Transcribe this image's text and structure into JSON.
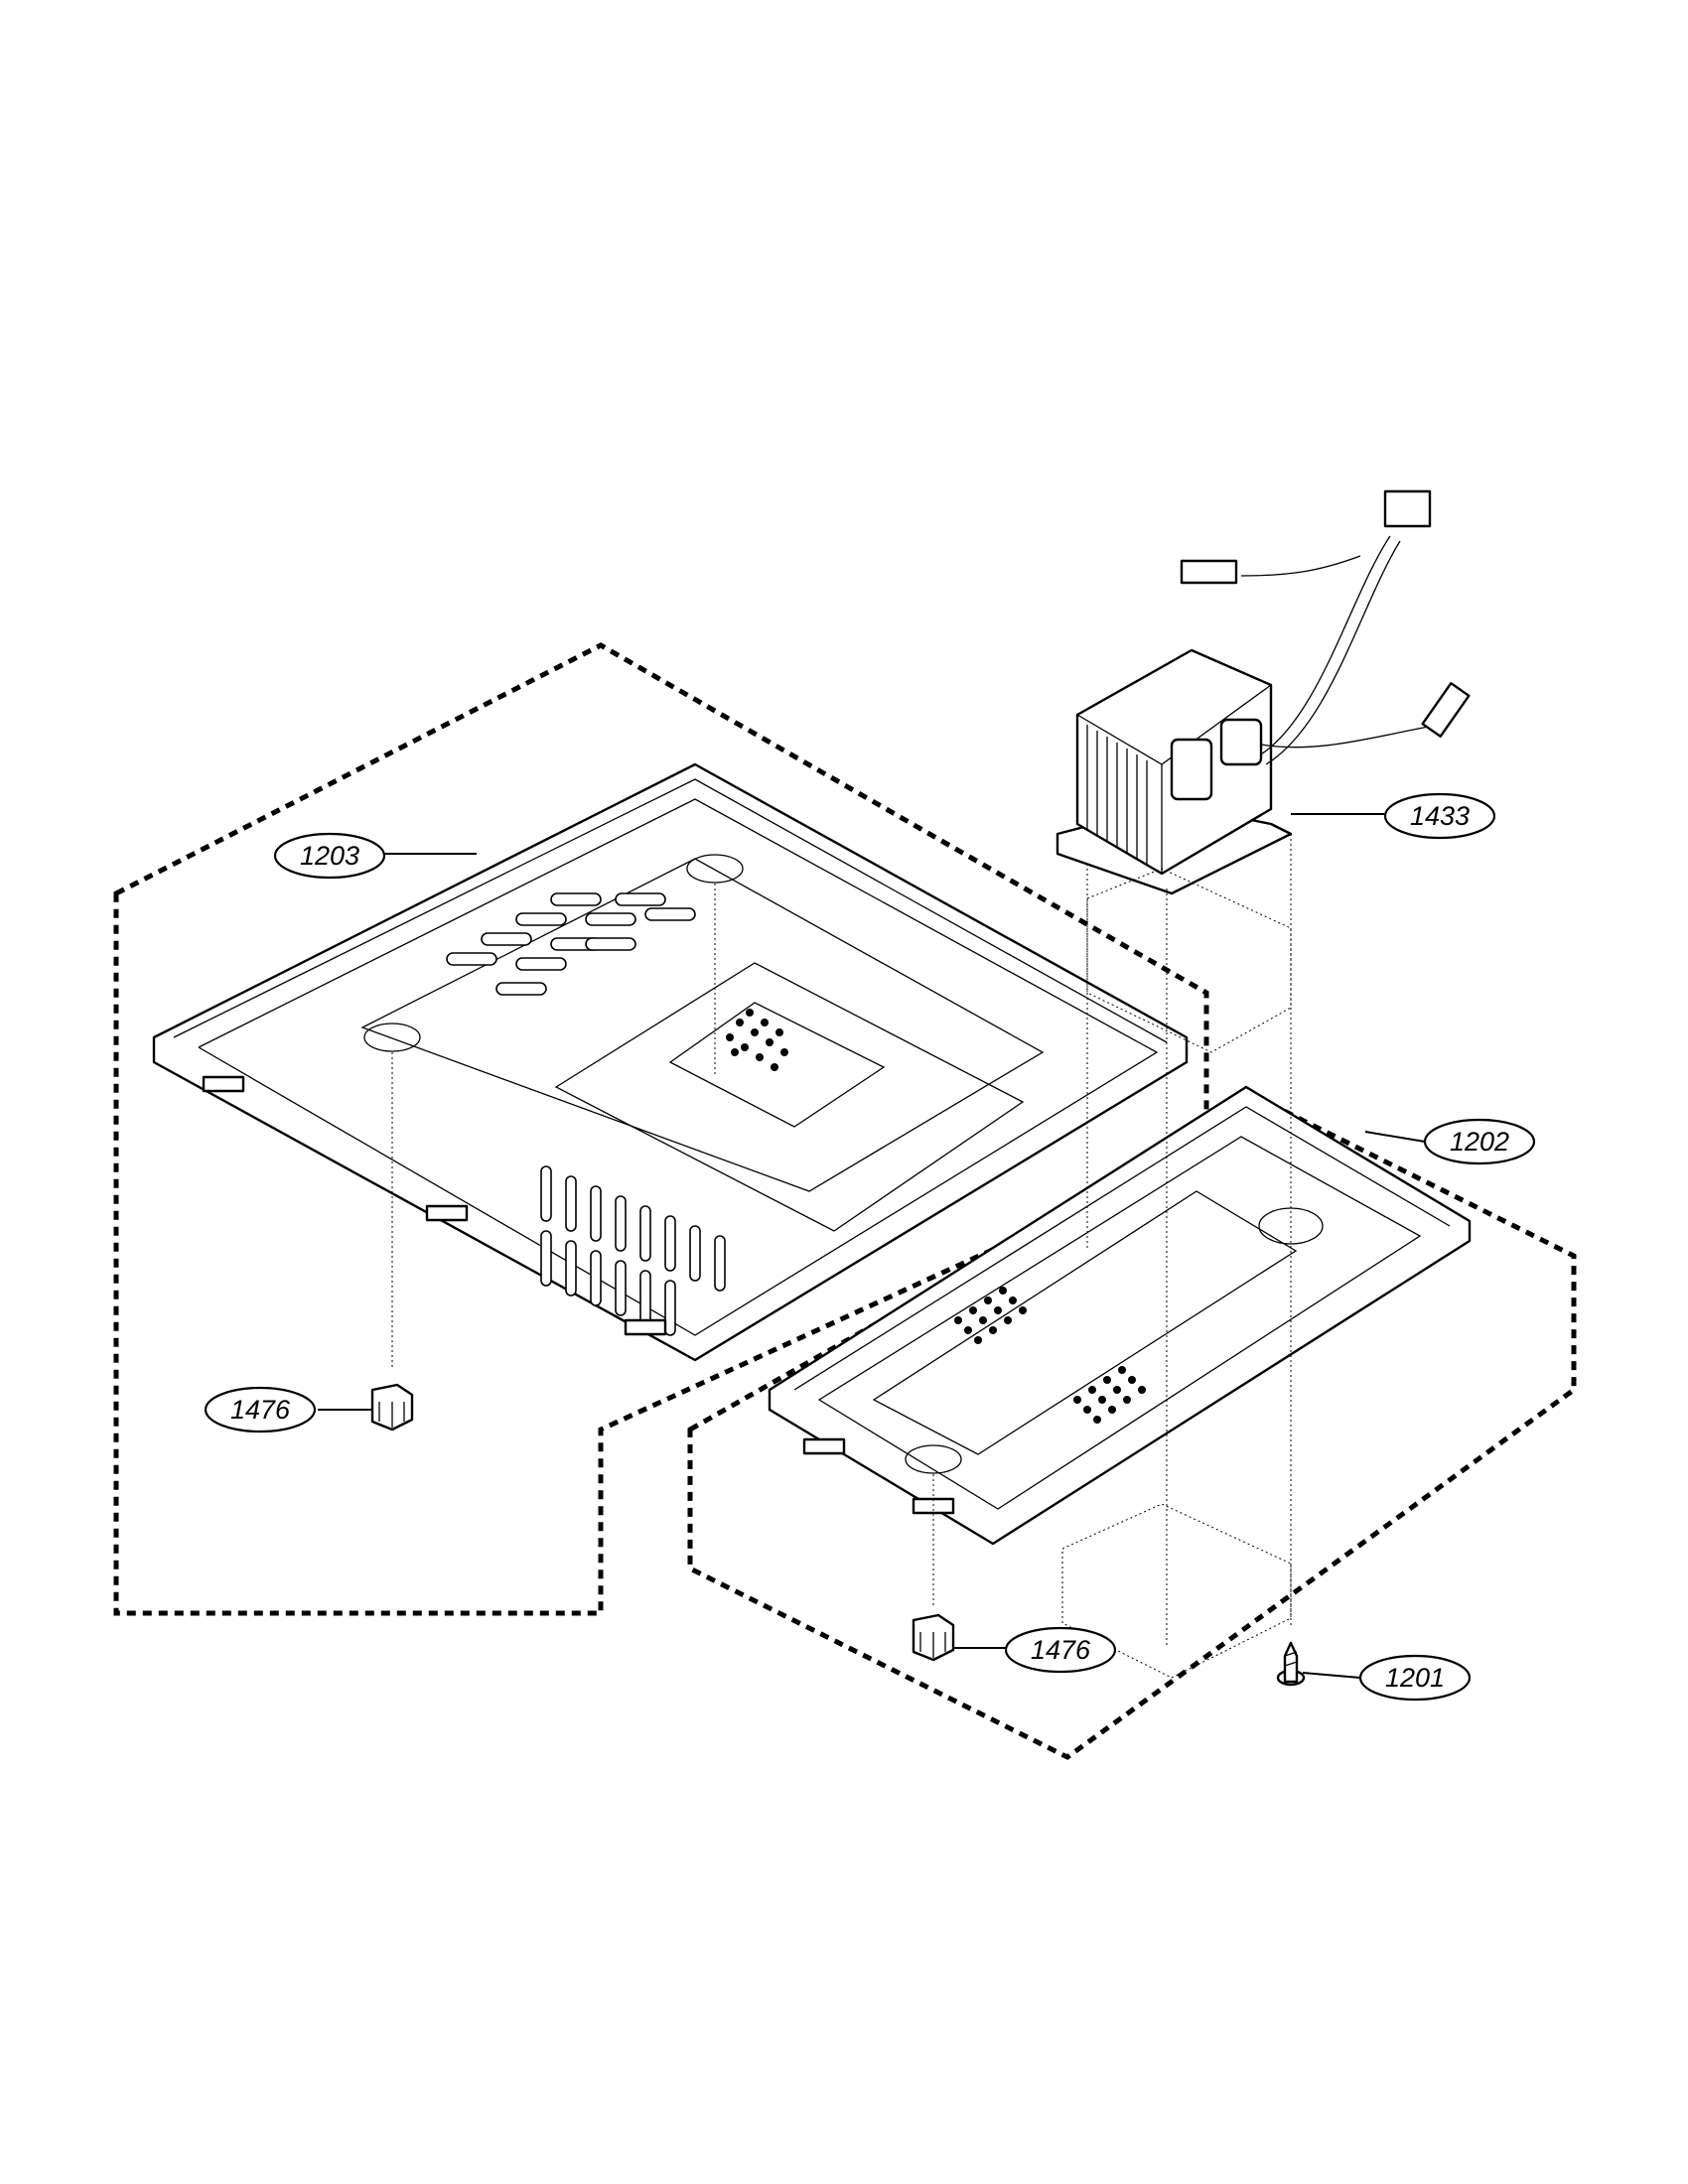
{
  "callouts": {
    "c1203": "1203",
    "c1433": "1433",
    "c1202": "1202",
    "c1476_left": "1476",
    "c1476_right": "1476",
    "c1201": "1201"
  },
  "parts": [
    {
      "id": "1203",
      "description_shape": "base plate (large)"
    },
    {
      "id": "1202",
      "description_shape": "base plate (small)"
    },
    {
      "id": "1433",
      "description_shape": "transformer"
    },
    {
      "id": "1476",
      "description_shape": "foot"
    },
    {
      "id": "1201",
      "description_shape": "screw"
    }
  ]
}
